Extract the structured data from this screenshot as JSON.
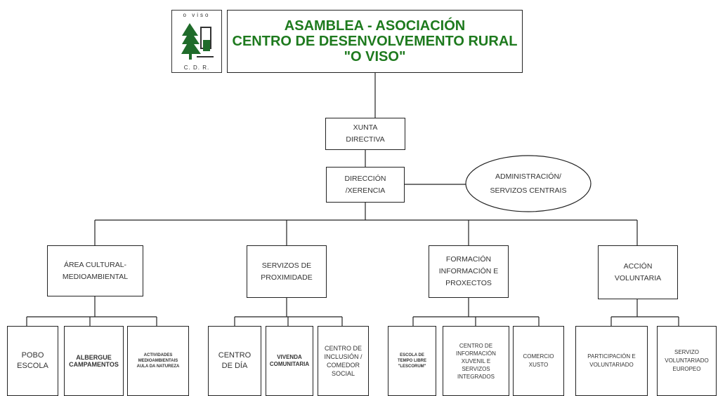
{
  "logo": {
    "top_text": "o viso",
    "bottom_text": "C. D. R."
  },
  "header": {
    "line1": "ASAMBLEA - ASOCIACIÓN",
    "line2": "CENTRO DE DESENVOLVEMENTO RURAL",
    "line3": "\"O VISO\""
  },
  "xunta": "XUNTA\nDIRECTIVA",
  "direccion": "DIRECCIÓN\n/XERENCIA",
  "administracion": "ADMINISTRACIÓN/\nSERVIZOS CENTRAIS",
  "areas": [
    {
      "label": "ÁREA CULTURAL-\nMEDIOAMBIENTAL",
      "children": [
        "POBO\nESCOLA",
        "ALBERGUE\nCAMPAMENTOS",
        "ACTIVIDADES\nMEDIOAMBIENTAIS\nAULA DA NATUREZA"
      ]
    },
    {
      "label": "SERVIZOS DE\nPROXIMIDADE",
      "children": [
        "CENTRO\nDE DÍA",
        "VIVENDA\nCOMUNITARIA",
        "CENTRO DE\nINCLUSIÓN /\nCOMEDOR\nSOCIAL"
      ]
    },
    {
      "label": "FORMACIÓN\nINFORMACIÓN E\nPROXECTOS",
      "children": [
        "ESCOLA DE\nTEMPO LIBRE\n\"LESCORUM\"",
        "CENTRO DE\nINFORMACIÓN\nXUVENIL E\nSERVIZOS\nINTEGRADOS",
        "COMERCIO\nXUSTO"
      ]
    },
    {
      "label": "ACCIÓN\nVOLUNTARIA",
      "children": [
        "PARTICIPACIÓN E\nVOLUNTARIADO",
        "SERVIZO\nVOLUNTARIADO\nEUROPEO"
      ]
    }
  ]
}
